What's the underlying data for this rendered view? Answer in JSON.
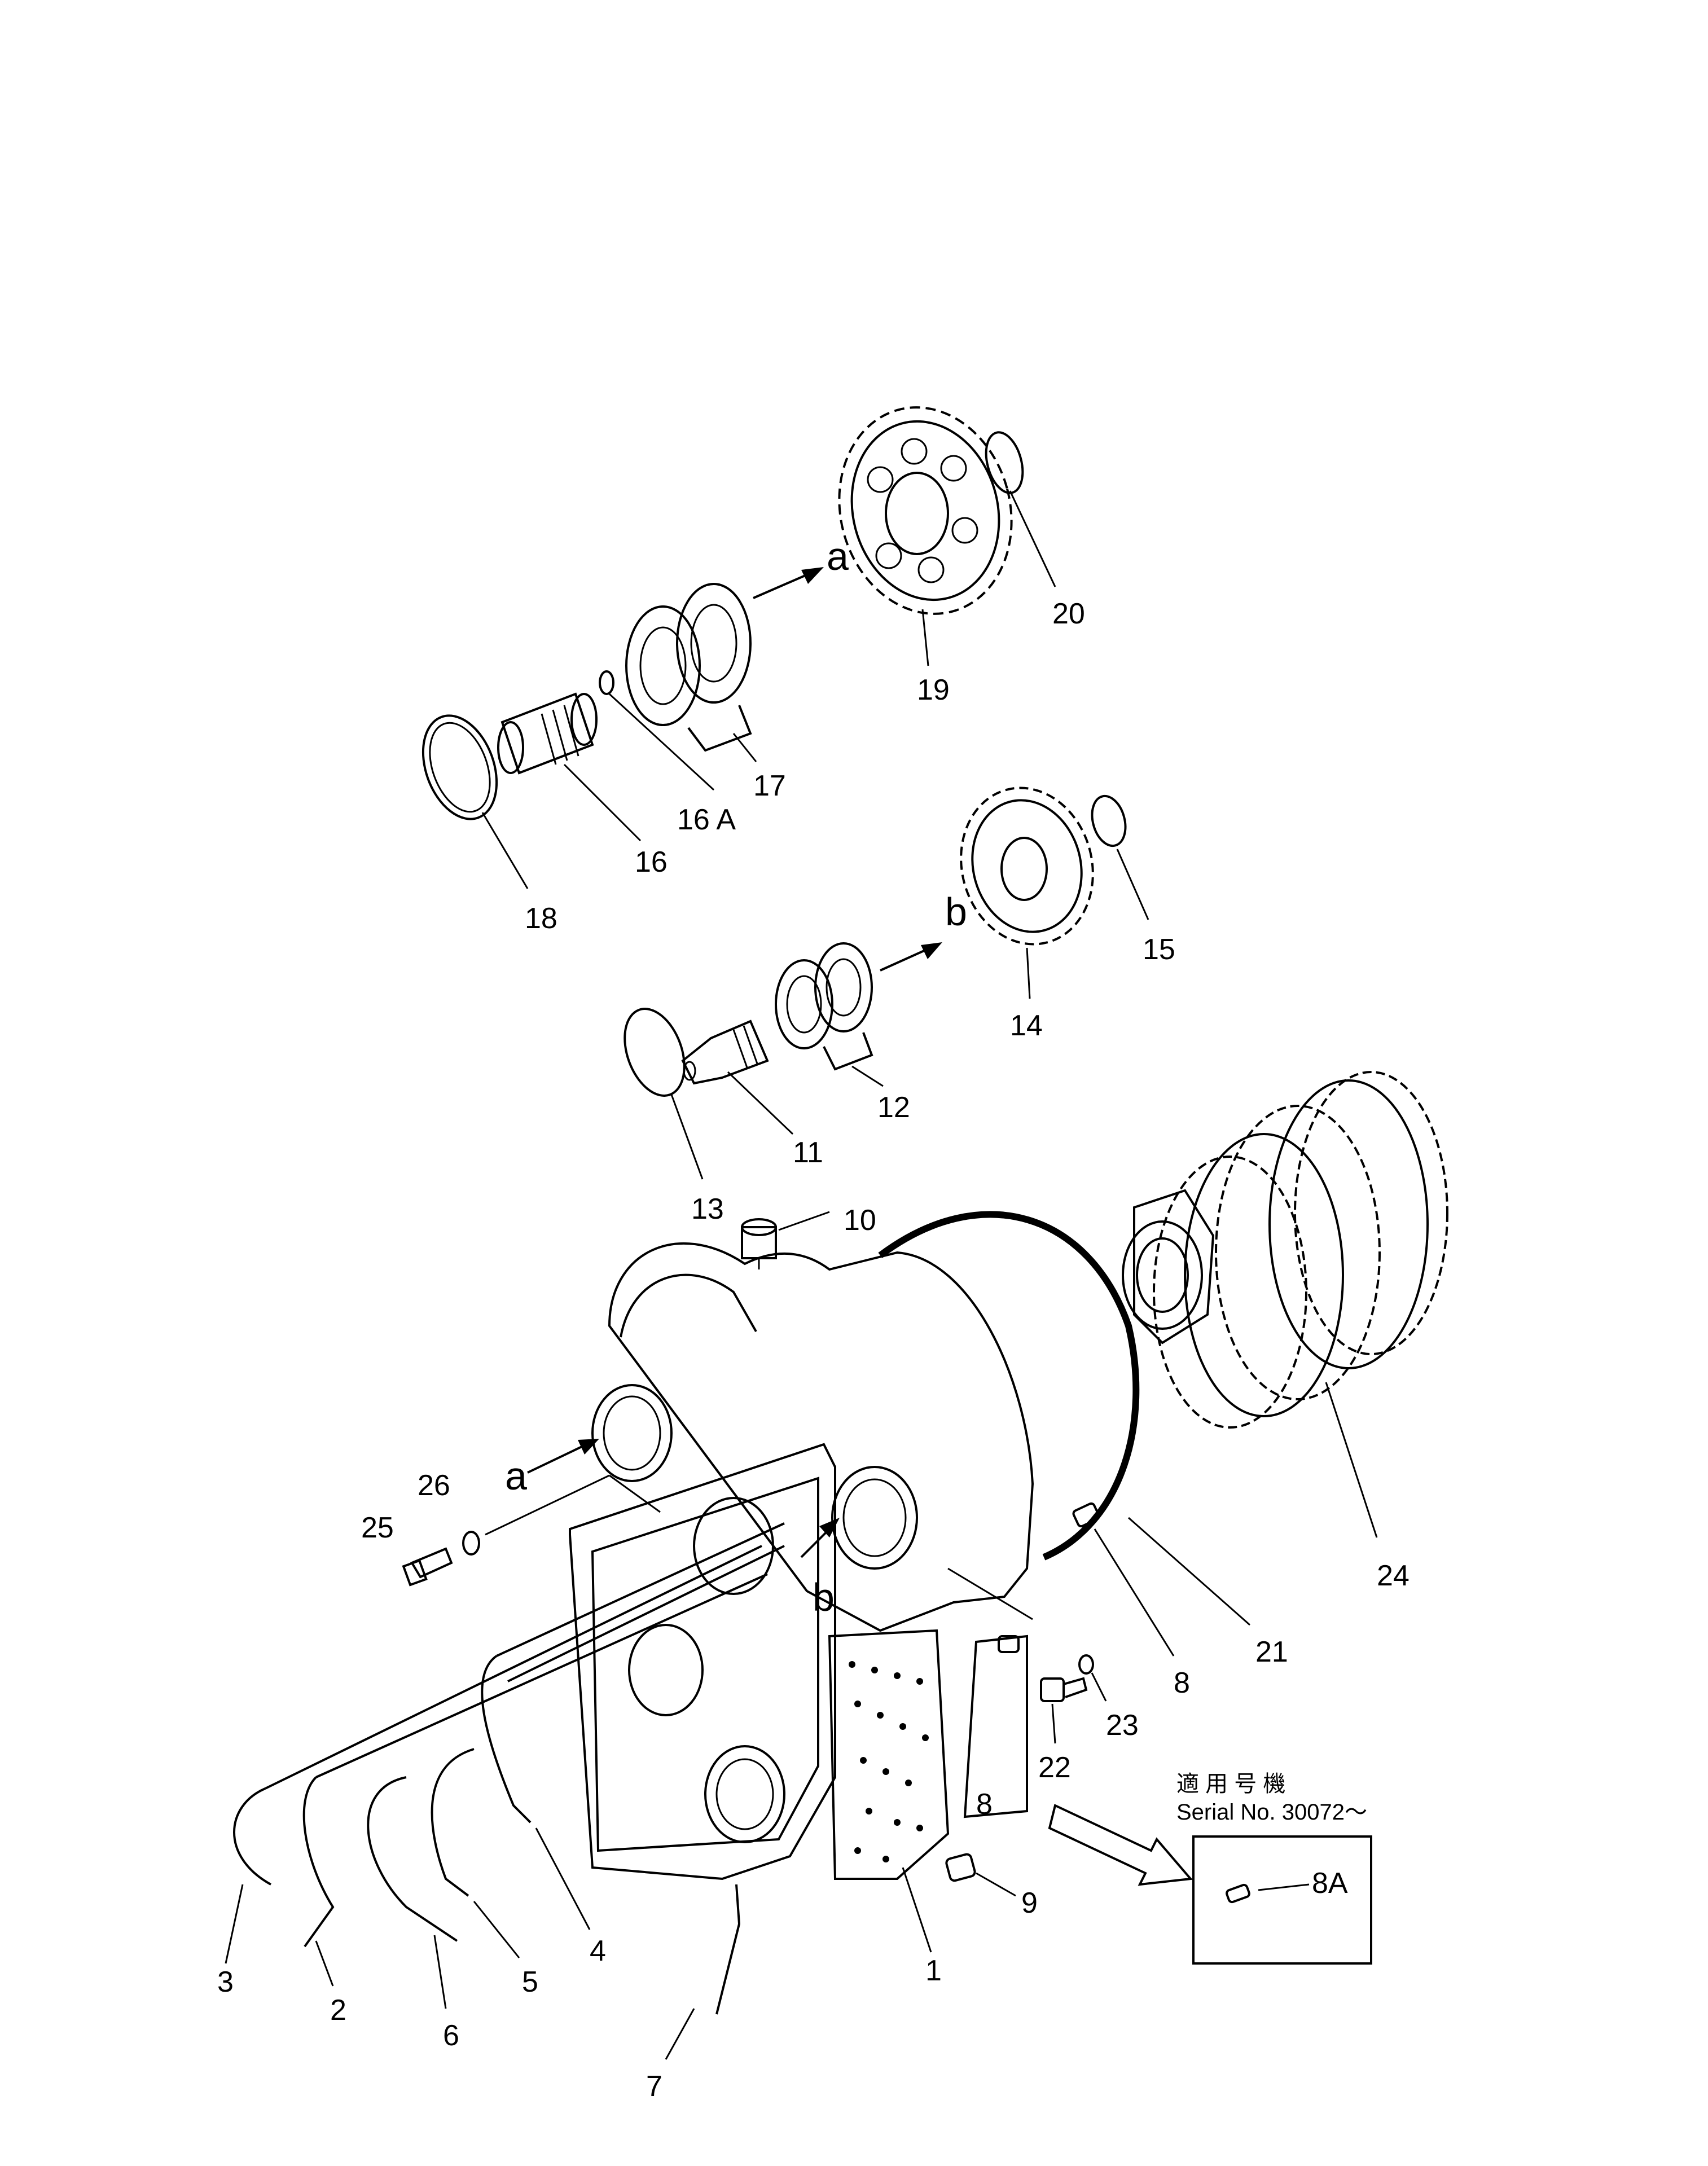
{
  "labels": {
    "p1": "1",
    "p2": "2",
    "p3": "3",
    "p4": "4",
    "p5": "5",
    "p6": "6",
    "p7": "7",
    "p8a": "8",
    "p8b": "8",
    "p8A": "8A",
    "p9": "9",
    "p10": "10",
    "p11": "11",
    "p12": "12",
    "p13": "13",
    "p14": "14",
    "p15": "15",
    "p16": "16",
    "p16A": "16 A",
    "p17": "17",
    "p18": "18",
    "p19": "19",
    "p20": "20",
    "p21": "21",
    "p22": "22",
    "p23": "23",
    "p24": "24",
    "p25": "25",
    "p26": "26"
  },
  "refs": {
    "a_top": "a",
    "b_mid": "b",
    "a_housing": "a",
    "b_housing": "b"
  },
  "serial_note": {
    "heading": "適 用 号 機",
    "serial": "Serial No. 30072～"
  }
}
